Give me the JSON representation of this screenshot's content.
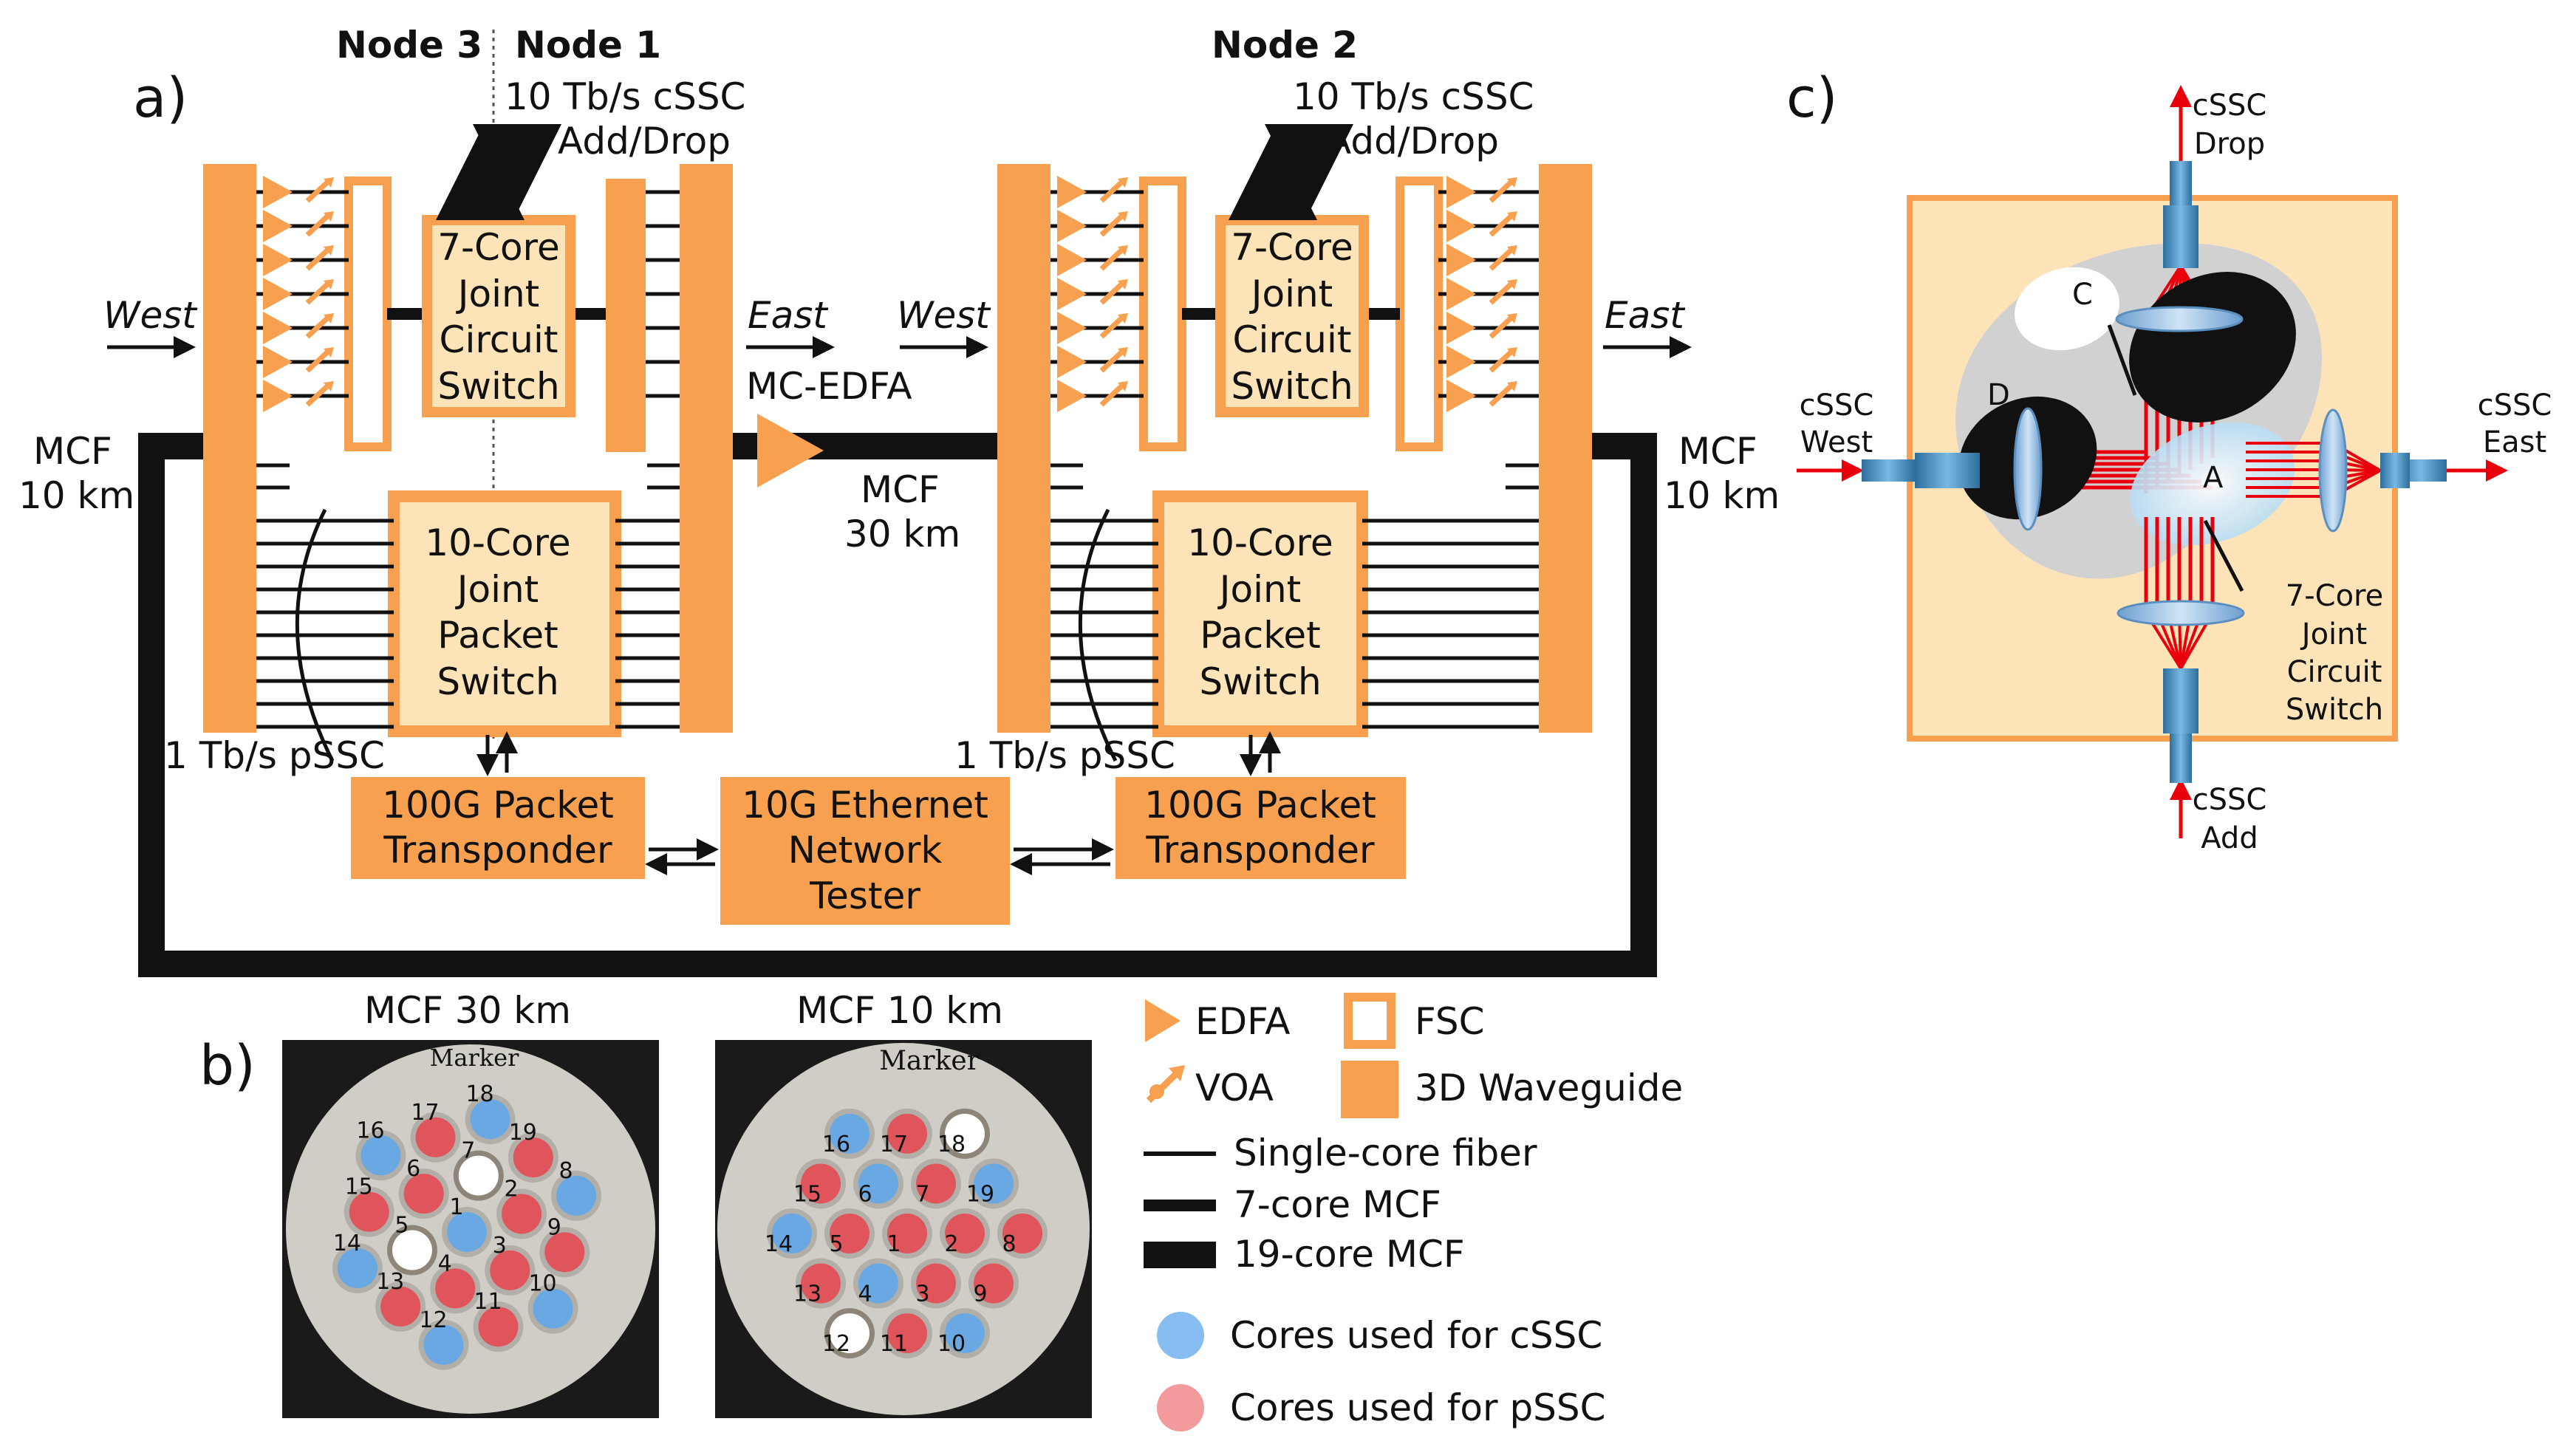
{
  "panels": {
    "a": "a)",
    "b": "b)",
    "c": "c)"
  },
  "nodes": {
    "node3": "Node 3",
    "node1": "Node 1",
    "node2": "Node 2"
  },
  "add_drop": {
    "rate": "10 Tb/s cSSC",
    "label": "Add/Drop"
  },
  "directions": {
    "west": "West",
    "east": "East"
  },
  "boxes": {
    "circuit_switch": [
      "7-Core",
      "Joint",
      "Circuit",
      "Switch"
    ],
    "packet_switch": [
      "10-Core",
      "Joint",
      "Packet",
      "Switch"
    ],
    "transponder": [
      "100G Packet",
      "Transponder"
    ],
    "tester": [
      "10G Ethernet",
      "Network",
      "Tester"
    ]
  },
  "links": {
    "mcf_left": [
      "MCF",
      "10 km"
    ],
    "mcf_right": [
      "MCF",
      "10 km"
    ],
    "mcf_mid": [
      "MCF",
      "30 km"
    ],
    "mc_edfa": "MC-EDFA",
    "pssc": "1 Tb/s pSSC"
  },
  "legend": {
    "edfa": "EDFA",
    "fsc": "FSC",
    "voa": "VOA",
    "waveguide": "3D Waveguide",
    "single": "Single-core fiber",
    "mcf7": "7-core MCF",
    "mcf19": "19-core MCF",
    "cssc_cores": "Cores used for cSSC",
    "pssc_cores": "Cores used for pSSC"
  },
  "fibers": {
    "left_title": "MCF 30 km",
    "right_title": "MCF 10 km",
    "marker": "Marker"
  },
  "switch_c": {
    "drop": [
      "cSSC",
      "Drop"
    ],
    "add": [
      "cSSC",
      "Add"
    ],
    "west": [
      "cSSC",
      "West"
    ],
    "east": [
      "cSSC",
      "East"
    ],
    "label": [
      "7-Core",
      "Joint",
      "Circuit",
      "Switch"
    ],
    "mirrors": {
      "a": "A",
      "c": "C",
      "d": "D"
    }
  },
  "colors": {
    "orange": "#f7a04f",
    "box_fill": "#fde4b8",
    "blue_core": "#6aa8e4",
    "red_core": "#e0555c",
    "black": "#111111",
    "red_beam": "#e8000d"
  },
  "fiber30_cores": [
    {
      "n": "1",
      "type": "cssc"
    },
    {
      "n": "2",
      "type": "pssc"
    },
    {
      "n": "3",
      "type": "pssc"
    },
    {
      "n": "4",
      "type": "pssc"
    },
    {
      "n": "5",
      "type": "unused"
    },
    {
      "n": "6",
      "type": "pssc"
    },
    {
      "n": "7",
      "type": "unused"
    },
    {
      "n": "8",
      "type": "cssc"
    },
    {
      "n": "9",
      "type": "pssc"
    },
    {
      "n": "10",
      "type": "cssc"
    },
    {
      "n": "11",
      "type": "pssc"
    },
    {
      "n": "12",
      "type": "cssc"
    },
    {
      "n": "13",
      "type": "pssc"
    },
    {
      "n": "14",
      "type": "cssc"
    },
    {
      "n": "15",
      "type": "pssc"
    },
    {
      "n": "16",
      "type": "cssc"
    },
    {
      "n": "17",
      "type": "pssc"
    },
    {
      "n": "18",
      "type": "cssc"
    },
    {
      "n": "19",
      "type": "pssc"
    }
  ],
  "fiber10_cores": [
    {
      "n": "1",
      "type": "pssc"
    },
    {
      "n": "2",
      "type": "pssc"
    },
    {
      "n": "3",
      "type": "pssc"
    },
    {
      "n": "4",
      "type": "cssc"
    },
    {
      "n": "5",
      "type": "pssc"
    },
    {
      "n": "6",
      "type": "cssc"
    },
    {
      "n": "7",
      "type": "pssc"
    },
    {
      "n": "8",
      "type": "pssc"
    },
    {
      "n": "9",
      "type": "pssc"
    },
    {
      "n": "10",
      "type": "cssc"
    },
    {
      "n": "11",
      "type": "pssc"
    },
    {
      "n": "12",
      "type": "unused"
    },
    {
      "n": "13",
      "type": "pssc"
    },
    {
      "n": "14",
      "type": "cssc"
    },
    {
      "n": "15",
      "type": "pssc"
    },
    {
      "n": "16",
      "type": "cssc"
    },
    {
      "n": "17",
      "type": "pssc"
    },
    {
      "n": "18",
      "type": "unused"
    },
    {
      "n": "19",
      "type": "cssc"
    }
  ]
}
